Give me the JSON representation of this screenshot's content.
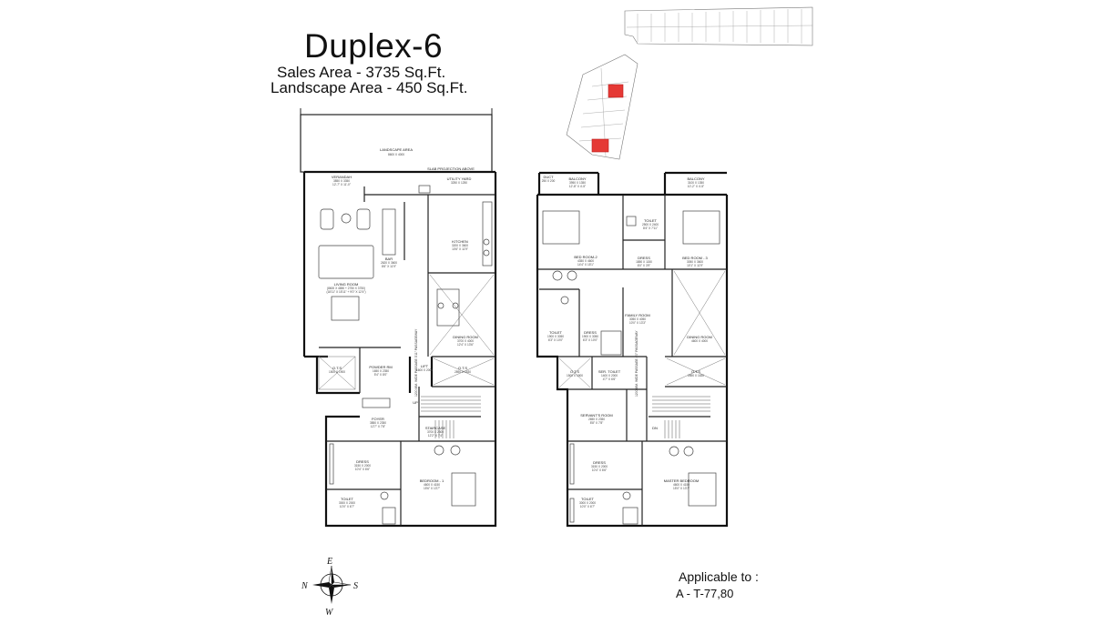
{
  "header": {
    "title": "Duplex-6",
    "sales_area": "Sales Area - 3735 Sq.Ft.",
    "landscape_area": "Landscape Area - 450 Sq.Ft."
  },
  "applicability": {
    "heading": "Applicable to :",
    "towers": "A -  T-77,80"
  },
  "compass": {
    "north": "N",
    "south": "S",
    "east": "E",
    "west": "W"
  },
  "highlight_color": "#e53935",
  "ground_floor": {
    "landscape": {
      "name": "LANDSCAPE AREA",
      "dim": "8600 X 4000"
    },
    "verandah": {
      "name": "VERANDAH",
      "dim": "3850 X 3350",
      "imp": "12'-7\" X 11'-0\""
    },
    "slab_note": "SLAB PROJECTION ABOVE",
    "utility": {
      "name": "UTILITY YARD",
      "dim": "3250 X 1250"
    },
    "kitchen": {
      "name": "KITCHEN",
      "dim": "3200 X 3600",
      "imp": "10'6\" X 11'9\""
    },
    "bar": {
      "name": "BAR",
      "dim": "2620 X 3600",
      "imp": "8'6\" X 11'9\""
    },
    "living": {
      "name": "LIVING ROOM",
      "dim": "(8600 X 4850 + 2750 X 3750)",
      "imp": "(18'11\" X 15'11\" + 9'0\" X 12'4\")"
    },
    "dining": {
      "name": "DINING ROOM",
      "dim": "3700 X 4000",
      "imp": "12'4\" X 13'6\""
    },
    "ots1": {
      "name": "O.T.S",
      "dim": "1500 X 1900"
    },
    "powder": {
      "name": "POWDER RM",
      "dim": "1650 X 2350",
      "imp": "5'4\" X 8'0\""
    },
    "passage": "1200 MM. WIDE PASSAGE 3'11\" PASSAGEWAY",
    "lift": {
      "name": "LIFT",
      "dim": "1600 X 2000"
    },
    "ots2": {
      "name": "O.T.S",
      "dim": "2890 X 1630"
    },
    "foyer": {
      "name": "FOYER",
      "dim": "3850 X 2350",
      "imp": "12'7\" X 7'8\""
    },
    "staircase": {
      "name": "STAIRCASE",
      "dim": "3700 X 2300",
      "imp": "12'2\" X 7'4\""
    },
    "dress": {
      "name": "DRESS",
      "dim": "3150 X 2000",
      "imp": "10'4\" X 6'6\""
    },
    "bedroom1": {
      "name": "BEDROOM - 1",
      "dim": "4600 X 4150",
      "imp": "15'6\" X 13'7\""
    },
    "toilet": {
      "name": "TOILET",
      "dim": "3000 X 2000",
      "imp": "10'0\" X 6'7\""
    },
    "up": "UP"
  },
  "first_floor": {
    "duct": {
      "name": "DUCT",
      "dim": "250 X 200"
    },
    "balcony1": {
      "name": "BALCONY",
      "dim": "3950 X 1350",
      "imp": "12'-8\" X 4'-5\""
    },
    "balcony2": {
      "name": "BALCONY",
      "dim": "3100 X 1350",
      "imp": "10'-2\" X 4'-5\""
    },
    "toilet_top": {
      "name": "TOILET",
      "dim": "2500 X 2400",
      "imp": "8'4\" X 7'11\""
    },
    "bedroom2": {
      "name": "BED ROOM-2",
      "dim": "4350 X 4600",
      "imp": "14'4\" X 15'1\""
    },
    "dress_mid": {
      "name": "DRESS",
      "dim": "1850 X 1150",
      "imp": "6'0\" X 3'9\""
    },
    "bedroom3": {
      "name": "BED ROOM - 3",
      "dim": "3050 X 3600",
      "imp": "10'1\" X 11'9\""
    },
    "family": {
      "name": "FAMILY ROOM",
      "dim": "3050 X 4050",
      "imp": "10'0\" X 13'3\""
    },
    "toilet_left": {
      "name": "TOILET",
      "dim": "1900 X 3050",
      "imp": "6'3\" X 10'0\""
    },
    "dress_left": {
      "name": "DRESS",
      "dim": "1900 X 3050",
      "imp": "6'3\" X 10'0\""
    },
    "dining_void": {
      "name": "DINING ROOM",
      "dim": "4600 X 4000"
    },
    "ots1": {
      "name": "O.T.S",
      "dim": "1500 X 1900"
    },
    "ser_toilet": {
      "name": "SER. TOILET",
      "dim": "1400 X 2000",
      "imp": "4'7\" X 6'6\""
    },
    "passage": "1200 MM. WIDE PASSAGE 4'0\" PASSAGEWAY",
    "ots2": {
      "name": "O.T.S",
      "dim": "2890 X 1630"
    },
    "servant": {
      "name": "SERVANT'S ROOM",
      "dim": "2650 X 2350",
      "imp": "8'8\" X 7'8\""
    },
    "dress": {
      "name": "DRESS",
      "dim": "3150 X 2000",
      "imp": "10'4\" X 6'6\""
    },
    "master": {
      "name": "MASTER BEDROOM",
      "dim": "4600 X 4150",
      "imp": "15'0\" X 13'7\""
    },
    "toilet": {
      "name": "TOILET",
      "dim": "3000 X 2000",
      "imp": "10'0\" X 6'7\""
    },
    "dn": "DN"
  }
}
